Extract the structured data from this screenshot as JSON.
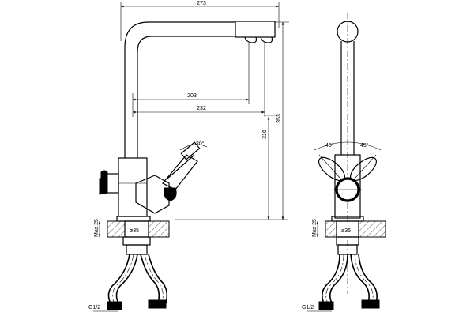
{
  "dimensions": {
    "width_top": "273",
    "spout_reach_1": "203",
    "spout_reach_2": "232",
    "height_outlet": "316",
    "height_total": "353",
    "max_thickness_left": "Max 25",
    "max_thickness_right": "Max 25",
    "diameter_left": "ø35",
    "diameter_right": "ø35",
    "thread_left": "G1/2",
    "thread_right": "G1/2",
    "lever_angle": "20°",
    "swing_left": "45°",
    "swing_right": "45°"
  }
}
